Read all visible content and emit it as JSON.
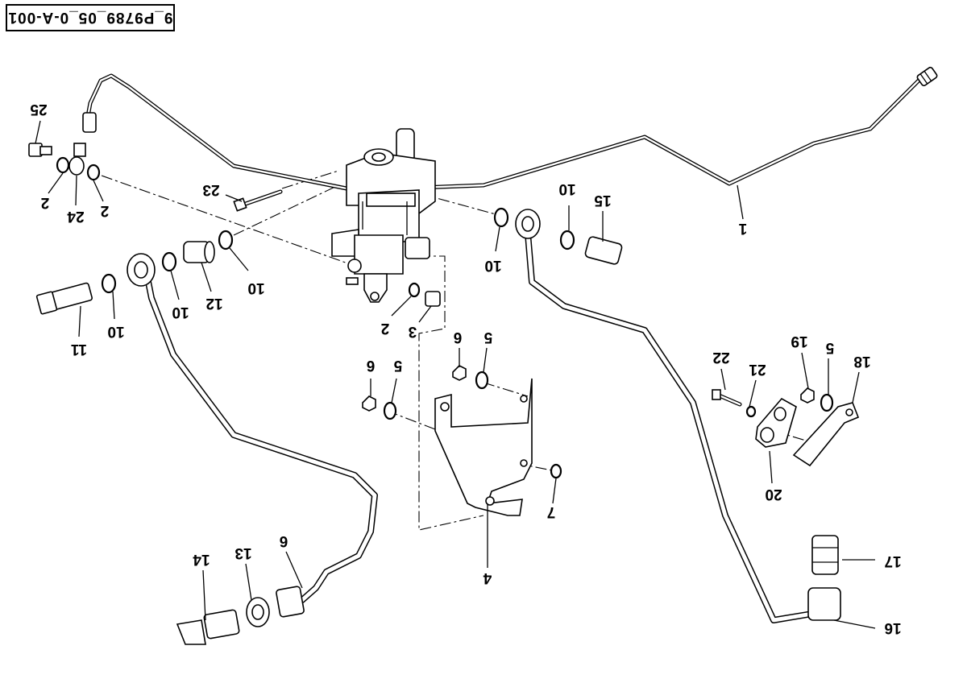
{
  "reference_code": "9_P9789_05_0-A-001",
  "callouts": {
    "c1": "1",
    "c2a": "2",
    "c2b": "2",
    "c2c": "2",
    "c3": "3",
    "c4": "4",
    "c5a": "5",
    "c5b": "5",
    "c5c": "5",
    "c6a": "6",
    "c6b": "6",
    "c6c": "6",
    "c7": "7",
    "c10a": "10",
    "c10b": "10",
    "c10c": "10",
    "c10d": "10",
    "c10e": "10",
    "c11": "11",
    "c12": "12",
    "c13": "13",
    "c14": "14",
    "c15": "15",
    "c16": "16",
    "c17": "17",
    "c18": "18",
    "c19": "19",
    "c20": "20",
    "c21": "21",
    "c22": "22",
    "c23": "23",
    "c24": "24",
    "c25": "25"
  },
  "icons": {
    "injection_pump": "injection-pump-icon",
    "pipe": "pipe-icon",
    "bracket": "bracket-icon"
  }
}
